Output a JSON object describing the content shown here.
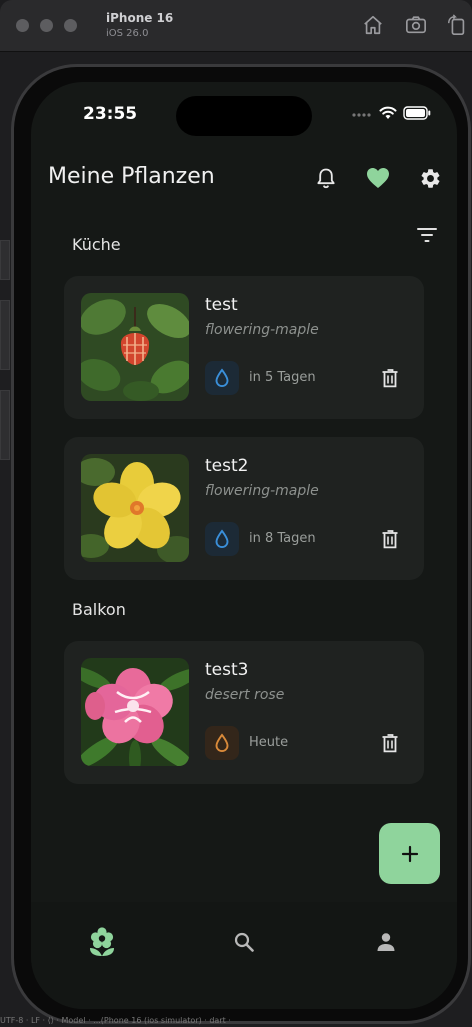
{
  "simulator": {
    "device_name": "iPhone 16",
    "os_version": "iOS 26.0",
    "footer_text": "UTF-8 · LF · ⟨⟩ · Model · ...(Phone 16 (ios simulator) · dart ·"
  },
  "status_bar": {
    "time": "23:55"
  },
  "header": {
    "title": "Meine Pflanzen",
    "icons": [
      "bell-icon",
      "heart-icon",
      "gear-icon"
    ]
  },
  "sections": [
    {
      "label": "Küche",
      "plants": [
        {
          "name": "test",
          "species": "flowering-maple",
          "watering": "in 5 Tagen",
          "status": "upcoming"
        },
        {
          "name": "test2",
          "species": "flowering-maple",
          "watering": "in 8 Tagen",
          "status": "upcoming"
        }
      ]
    },
    {
      "label": "Balkon",
      "plants": [
        {
          "name": "test3",
          "species": "desert rose",
          "watering": "Heute",
          "status": "due"
        }
      ]
    }
  ],
  "nav": {
    "items": [
      "flower-icon",
      "search-icon",
      "person-icon"
    ],
    "active": 0
  },
  "colors": {
    "accent": "#8fd49c",
    "background": "#151816",
    "card": "#1f2220",
    "water_upcoming": "#3a8fd9",
    "water_due": "#d98a3a"
  }
}
